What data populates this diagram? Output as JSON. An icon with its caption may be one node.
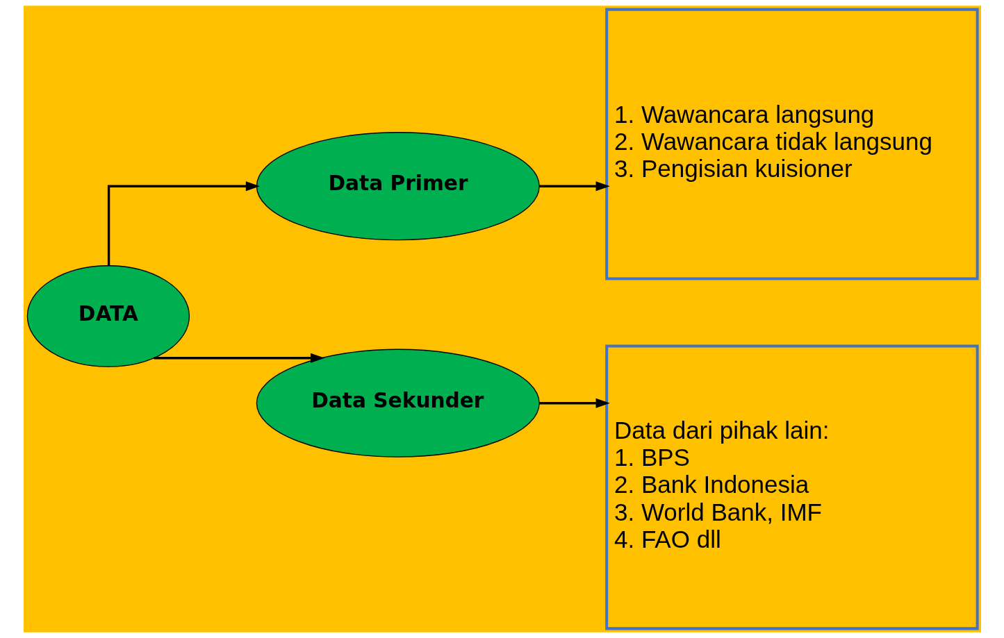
{
  "diagram": {
    "nodes": [
      {
        "text": [
          "DATA"
        ]
      },
      {
        "text": [
          "Data Primer"
        ]
      },
      {
        "text": [
          "Data Sekunder"
        ]
      },
      {
        "text": [
          "1. Wawancara langsung",
          "2. Wawancara tidak langsung",
          "3. Pengisian kuisioner"
        ]
      },
      {
        "text": [
          "Data dari pihak lain:",
          "1. BPS",
          "2. Bank Indonesia",
          "3. World Bank, IMF",
          "4. FAO dll"
        ]
      }
    ],
    "edges": [
      {
        "from": 0,
        "to": 1,
        "arrow": "to"
      },
      {
        "from": 0,
        "to": 2,
        "arrow": "to"
      },
      {
        "from": 1,
        "to": 3,
        "arrow": "to"
      },
      {
        "from": 2,
        "to": 4,
        "arrow": "to"
      }
    ]
  }
}
